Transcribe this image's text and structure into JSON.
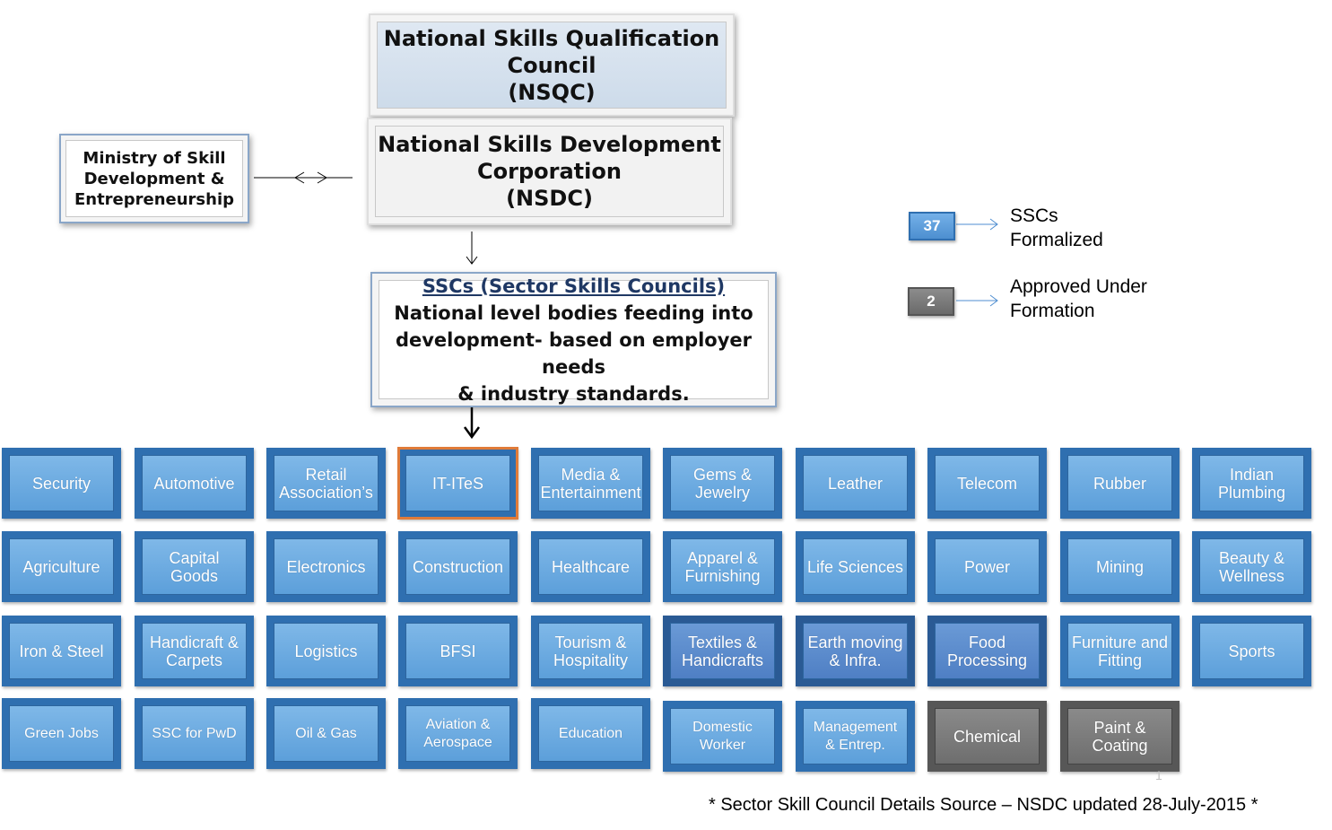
{
  "nsqc": {
    "line1": "National Skills Qualification",
    "line2": "Council",
    "line3": "(NSQC)"
  },
  "nsdc": {
    "line1": "National Skills Development",
    "line2": "Corporation",
    "line3": "(NSDC)"
  },
  "ministry": {
    "line1": "Ministry of Skill",
    "line2": "Development &",
    "line3": "Entrepreneurship"
  },
  "relation_arrow": "<->",
  "ssc_box": {
    "title": "SSCs (Sector Skills Councils)",
    "line1": "National level bodies feeding into",
    "line2": "development- based on employer needs",
    "line3": "& industry standards."
  },
  "legend": {
    "formalized": {
      "count": "37",
      "line1": "SSCs",
      "line2": "Formalized"
    },
    "approved": {
      "count": "2",
      "line1": "Approved Under",
      "line2": "Formation"
    }
  },
  "sectors": {
    "row1": [
      "Security",
      "Automotive",
      "Retail\nAssociation’s",
      "IT-ITeS",
      "Media &\nEntertainment",
      "Gems &\nJewelry",
      "Leather",
      "Telecom",
      "Rubber",
      "Indian\nPlumbing"
    ],
    "row2": [
      "Agriculture",
      "Capital Goods",
      "Electronics",
      "Construction",
      "Healthcare",
      "Apparel &\nFurnishing",
      "Life Sciences",
      "Power",
      "Mining",
      "Beauty &\nWellness"
    ],
    "row3": [
      "Iron & Steel",
      "Handicraft &\nCarpets",
      "Logistics",
      "BFSI",
      "Tourism &\nHospitality",
      "Textiles &\nHandicrafts",
      "Earth moving\n& Infra.",
      "Food\nProcessing",
      "Furniture and\nFitting",
      "Sports"
    ],
    "row4": [
      "Green Jobs",
      "SSC for PwD",
      "Oil & Gas",
      "Aviation &\nAerospace",
      "Education",
      "Domestic\nWorker",
      "Management\n& Entrep.",
      "Chemical",
      "Paint &\nCoating"
    ]
  },
  "footnote": "* Sector Skill Council Details Source – NSDC updated 28-July-2015 *",
  "page_number": "1",
  "colors": {
    "tile_blue": "#5c9fda",
    "tile_dark": "#4f7fc4",
    "tile_grey": "#6e6e6e",
    "highlight_border": "#e07b39"
  }
}
